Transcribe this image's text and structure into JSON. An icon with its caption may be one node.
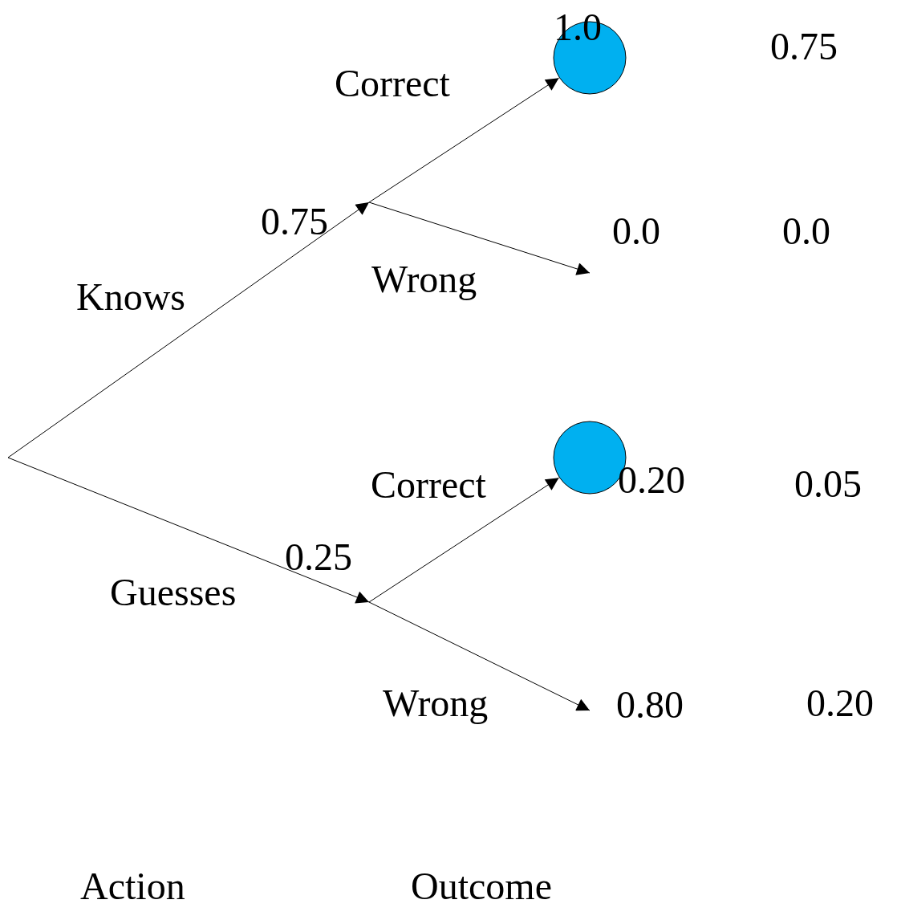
{
  "diagram": {
    "nodes": [
      {
        "text": [
          "0.75"
        ]
      },
      {
        "text": [
          "0.25"
        ]
      },
      {
        "text": [],
        "shape": "circle"
      },
      {
        "text": [
          "0.0"
        ]
      },
      {
        "text": [],
        "shape": "circle",
        "beside": [
          "0.20"
        ]
      },
      {
        "text": [
          "0.80"
        ]
      }
    ],
    "edges": [
      {
        "from": null,
        "to": 0,
        "arrow": "to",
        "label": "Knows"
      },
      {
        "from": null,
        "to": 1,
        "arrow": "to",
        "label": "Guesses"
      },
      {
        "from": 0,
        "to": 2,
        "arrow": "to",
        "label": "Correct"
      },
      {
        "from": 0,
        "to": 3,
        "arrow": "to",
        "label": "Wrong"
      },
      {
        "from": 1,
        "to": 4,
        "arrow": "to",
        "label": "Correct"
      },
      {
        "from": 1,
        "to": 5,
        "arrow": "to",
        "label": "Wrong"
      }
    ],
    "labels": [
      "1.0",
      "0.75",
      "0.0",
      "0.05",
      "0.20",
      "Action",
      "Outcome"
    ]
  }
}
